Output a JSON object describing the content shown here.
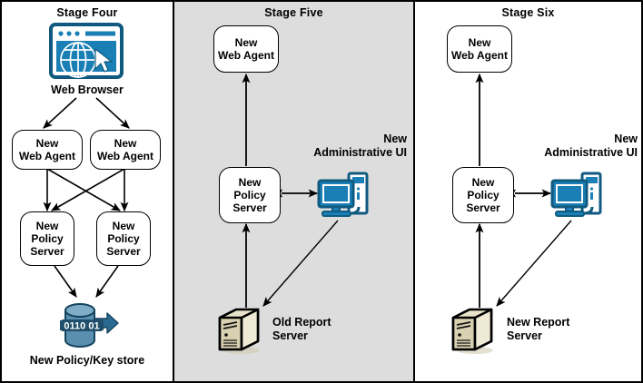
{
  "diagram": {
    "title": "Migration stages diagram",
    "panels": [
      {
        "id": "stage-four",
        "title": "Stage Four",
        "background": "#ffffff",
        "nodes": [
          {
            "name": "web-browser-icon-label",
            "label": "Web Browser",
            "kind": "icon-label"
          },
          {
            "name": "web-agent-left",
            "label": "New\nWeb Agent",
            "kind": "rounded-box"
          },
          {
            "name": "web-agent-right",
            "label": "New\nWeb Agent",
            "kind": "rounded-box"
          },
          {
            "name": "policy-server-left",
            "label": "New\nPolicy\nServer",
            "kind": "rounded-box"
          },
          {
            "name": "policy-server-right",
            "label": "New\nPolicy\nServer",
            "kind": "rounded-box"
          },
          {
            "name": "policy-key-store-label",
            "label": "New Policy/Key store",
            "kind": "icon-label"
          }
        ],
        "icons": [
          {
            "name": "web-browser-icon",
            "glyph": "browser-globe"
          },
          {
            "name": "database-icon",
            "glyph": "database-cylinder",
            "binary_text": "0110 01"
          }
        ]
      },
      {
        "id": "stage-five",
        "title": "Stage Five",
        "background": "#dddddd",
        "nodes": [
          {
            "name": "web-agent",
            "label": "New\nWeb Agent",
            "kind": "rounded-box"
          },
          {
            "name": "policy-server",
            "label": "New\nPolicy\nServer",
            "kind": "rounded-box"
          },
          {
            "name": "administrative-ui-label",
            "label": "New\nAdministrative UI",
            "kind": "icon-label"
          },
          {
            "name": "report-server-label",
            "label": "Old Report\nServer",
            "kind": "icon-label"
          }
        ],
        "icons": [
          {
            "name": "computer-icon",
            "glyph": "desktop-computer"
          },
          {
            "name": "server-icon",
            "glyph": "server-tower"
          }
        ]
      },
      {
        "id": "stage-six",
        "title": "Stage Six",
        "background": "#ffffff",
        "nodes": [
          {
            "name": "web-agent",
            "label": "New\nWeb Agent",
            "kind": "rounded-box"
          },
          {
            "name": "policy-server",
            "label": "New\nPolicy\nServer",
            "kind": "rounded-box"
          },
          {
            "name": "administrative-ui-label",
            "label": "New\nAdministrative UI",
            "kind": "icon-label"
          },
          {
            "name": "report-server-label",
            "label": "New Report\nServer",
            "kind": "icon-label"
          }
        ],
        "icons": [
          {
            "name": "computer-icon",
            "glyph": "desktop-computer"
          },
          {
            "name": "server-icon",
            "glyph": "server-tower"
          }
        ]
      }
    ],
    "colors": {
      "accent_blue": "#1a7fb5",
      "accent_blue_dark": "#105a80",
      "database_blue": "#5a8fb0",
      "database_band": "#1f4f6b",
      "server_beige": "#e8e2c8",
      "panel_gray": "#dddddd",
      "outline": "#000000"
    },
    "labels": {
      "stage_four": "Stage Four",
      "stage_five": "Stage Five",
      "stage_six": "Stage Six",
      "web_browser": "Web Browser",
      "new_web_agent": "New\nWeb Agent",
      "new_policy_server": "New\nPolicy\nServer",
      "new_policy_key_store": "New Policy/Key store",
      "new_administrative_ui": "New\nAdministrative UI",
      "old_report_server": "Old Report\nServer",
      "new_report_server": "New Report\nServer",
      "binary_digits": "0110 01"
    }
  }
}
